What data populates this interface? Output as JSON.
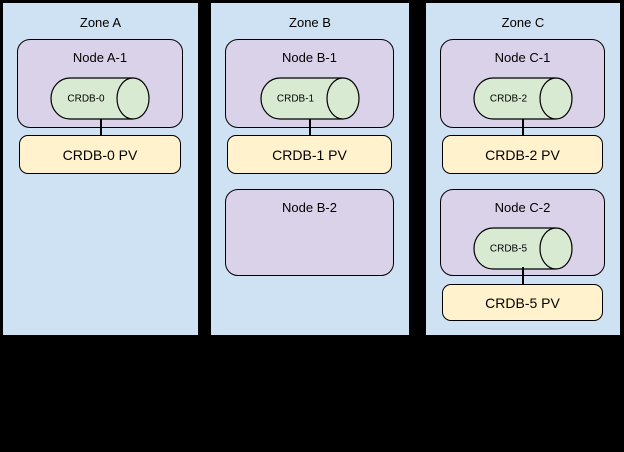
{
  "diagram": {
    "zones": [
      {
        "title": "Zone A",
        "nodes": [
          {
            "label": "Node A-1",
            "cylinder": "CRDB-0",
            "pv": "CRDB-0 PV"
          }
        ]
      },
      {
        "title": "Zone B",
        "nodes": [
          {
            "label": "Node B-1",
            "cylinder": "CRDB-1",
            "pv": "CRDB-1 PV"
          },
          {
            "label": "Node B-2"
          }
        ]
      },
      {
        "title": "Zone C",
        "nodes": [
          {
            "label": "Node C-1",
            "cylinder": "CRDB-2",
            "pv": "CRDB-2 PV"
          },
          {
            "label": "Node C-2",
            "cylinder": "CRDB-5",
            "pv": "CRDB-5 PV"
          }
        ]
      }
    ],
    "colors": {
      "canvas_background": "#000000",
      "zone_fill": "#cfe2f3",
      "node_fill": "#d9d2e9",
      "cylinder_fill": "#d9ead3",
      "pv_fill": "#fff2cc",
      "border": "#000000"
    }
  }
}
